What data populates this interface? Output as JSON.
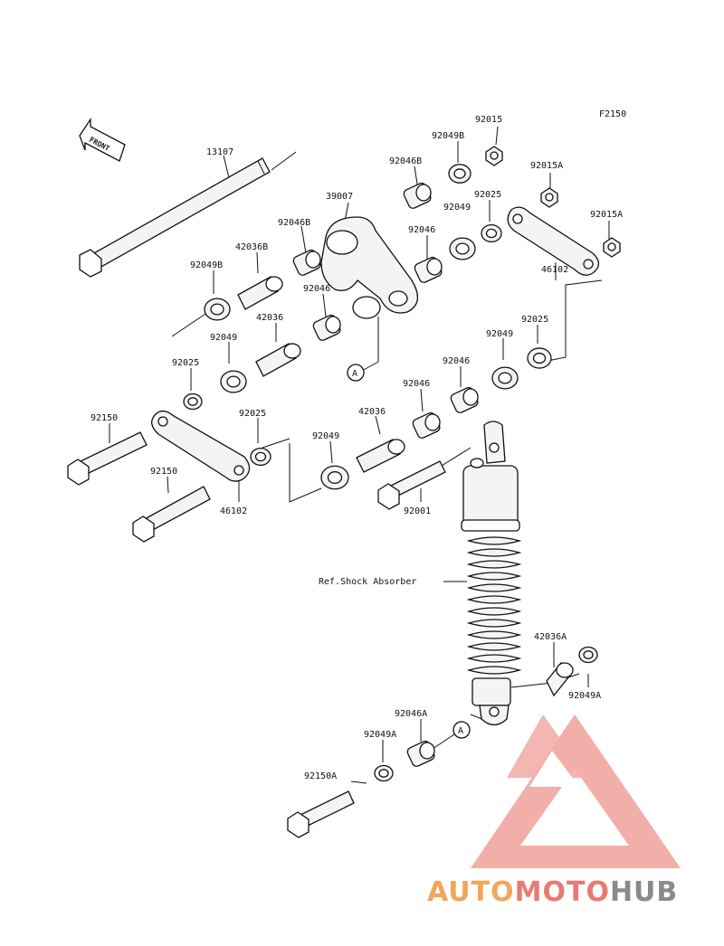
{
  "diagram_code": "F2150",
  "front_label": "FRONT",
  "ref_label": "Ref.Shock Absorber",
  "callout_letter": "A",
  "labels": {
    "p13107": "13107",
    "p39007": "39007",
    "p92015": "92015",
    "p92049B_top": "92049B",
    "p92046B_top": "92046B",
    "p92015A_1": "92015A",
    "p92025_top": "92025",
    "p92049_top": "92049",
    "p92015A_2": "92015A",
    "p92046_top": "92046",
    "p92046B_left": "92046B",
    "p42036B": "42036B",
    "p46102_right": "46102",
    "p92049B_left": "92049B",
    "p92046_mid": "92046",
    "p42036_mid": "42036",
    "p92025_right": "92025",
    "p92049_left": "92049",
    "p92049_right": "92049",
    "p92025_left": "92025",
    "p92046_lower": "92046",
    "p92046_lower2": "92046",
    "p92150_a": "92150",
    "p92025_lower": "92025",
    "p42036_lower": "42036",
    "p92049_lower": "92049",
    "p92150_b": "92150",
    "p46102_left": "46102",
    "p92001": "92001",
    "p42036A": "42036A",
    "p92049A_right": "92049A",
    "p92046A": "92046A",
    "p92049A_left": "92049A",
    "p92150A": "92150A"
  },
  "watermark": {
    "part1": "AUTO",
    "part2": "MOTO",
    "part3": "HUB",
    "color1": "#f2a65a",
    "color2": "#e87a74",
    "color3": "#8a8a8a"
  }
}
